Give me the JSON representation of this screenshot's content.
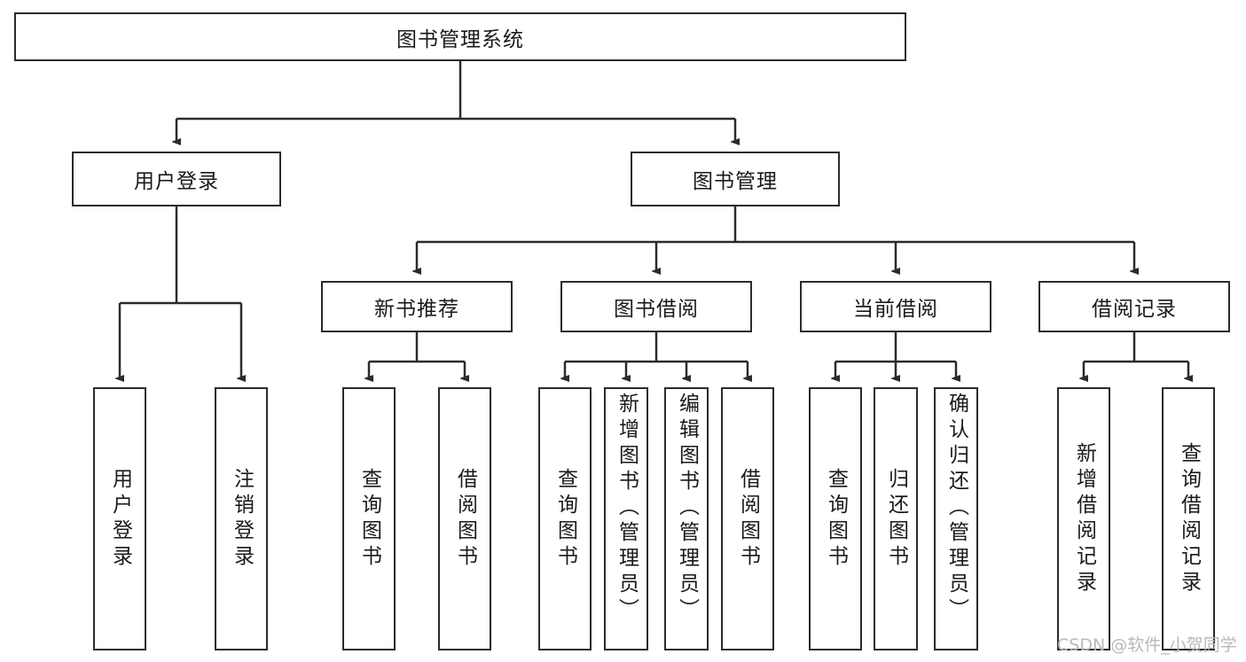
{
  "diagram": {
    "type": "tree-hierarchy",
    "title": "图书管理系统",
    "root": {
      "label": "图书管理系统"
    },
    "level2": [
      {
        "id": "user-login",
        "label": "用户登录"
      },
      {
        "id": "book-management",
        "label": "图书管理"
      }
    ],
    "level3": [
      {
        "id": "new-book-recommend",
        "label": "新书推荐",
        "parent": "book-management"
      },
      {
        "id": "book-borrow",
        "label": "图书借阅",
        "parent": "book-management"
      },
      {
        "id": "current-borrow",
        "label": "当前借阅",
        "parent": "book-management"
      },
      {
        "id": "borrow-record",
        "label": "借阅记录",
        "parent": "book-management"
      }
    ],
    "leaves": {
      "user-login": [
        {
          "id": "leaf-user-login",
          "label": "用户登录"
        },
        {
          "id": "leaf-logout-login",
          "label": "注销登录"
        }
      ],
      "new-book-recommend": [
        {
          "id": "leaf-query-book-1",
          "label": "查询图书"
        },
        {
          "id": "leaf-borrow-book-1",
          "label": "借阅图书"
        }
      ],
      "book-borrow": [
        {
          "id": "leaf-query-book-2",
          "label": "查询图书"
        },
        {
          "id": "leaf-add-book-admin",
          "label": "新增图书（管理员）"
        },
        {
          "id": "leaf-edit-book-admin",
          "label": "编辑图书（管理员）"
        },
        {
          "id": "leaf-borrow-book-2",
          "label": "借阅图书"
        }
      ],
      "current-borrow": [
        {
          "id": "leaf-query-book-3",
          "label": "查询图书"
        },
        {
          "id": "leaf-return-book",
          "label": "归还图书"
        },
        {
          "id": "leaf-confirm-return-admin",
          "label": "确认归还（管理员）"
        }
      ],
      "borrow-record": [
        {
          "id": "leaf-add-borrow-record",
          "label": "新增借阅记录"
        },
        {
          "id": "leaf-query-borrow-record",
          "label": "查询借阅记录"
        }
      ]
    }
  },
  "watermark": {
    "text": "CSDN @软件_小贺同学"
  },
  "colors": {
    "stroke": "#2b2b2b",
    "background": "#ffffff",
    "text": "#1a1a1a",
    "watermark": "#b9b9b9"
  }
}
